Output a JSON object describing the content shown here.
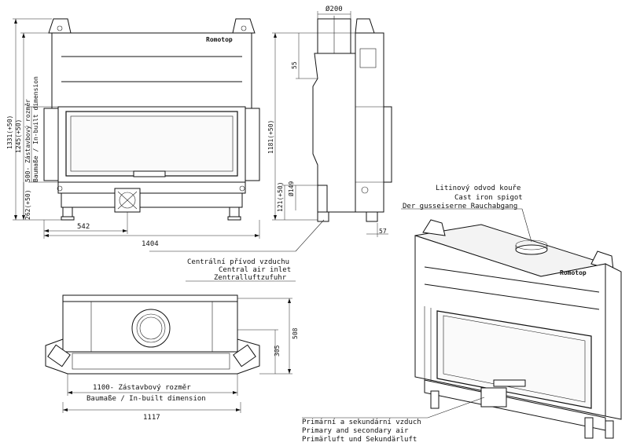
{
  "front": {
    "dim_width": "1404",
    "dim_center": "542",
    "dim_total_height": "1331(+50)",
    "dim_height_2": "1245(+50)",
    "dim_builtin_1": "500- Zástavbový rozměr",
    "dim_builtin_2": "Baumaße / In-built dimension",
    "dim_bottom": "262(+50)",
    "brand": "Romotop"
  },
  "side": {
    "dim_flue_diameter": "Ø200",
    "dim_top": "55",
    "dim_height": "1181(+50)",
    "dim_inlet_height": "121(+50)",
    "dim_inlet_diameter": "Ø149",
    "dim_foot": "57"
  },
  "top": {
    "dim_depth_1": "508",
    "dim_depth_2": "305",
    "dim_builtin_1": "1100- Zástavbový rozměr",
    "dim_builtin_2": "Baumaße / In-built dimension",
    "dim_total": "1117"
  },
  "labels": {
    "air_inlet_1": "Centrální přívod vzduchu",
    "air_inlet_2": "Central air inlet",
    "air_inlet_3": "Zentralluftzufuhr",
    "spigot_1": "Litinový odvod kouře",
    "spigot_2": "Cast iron spigot",
    "spigot_3": "Der gusseiserne Rauchabgang",
    "primary_1": "Primární a sekundární vzduch",
    "primary_2": "Primary and secondary air",
    "primary_3": "Primärluft und Sekundärluft"
  },
  "iso": {
    "brand": "Romotop"
  }
}
